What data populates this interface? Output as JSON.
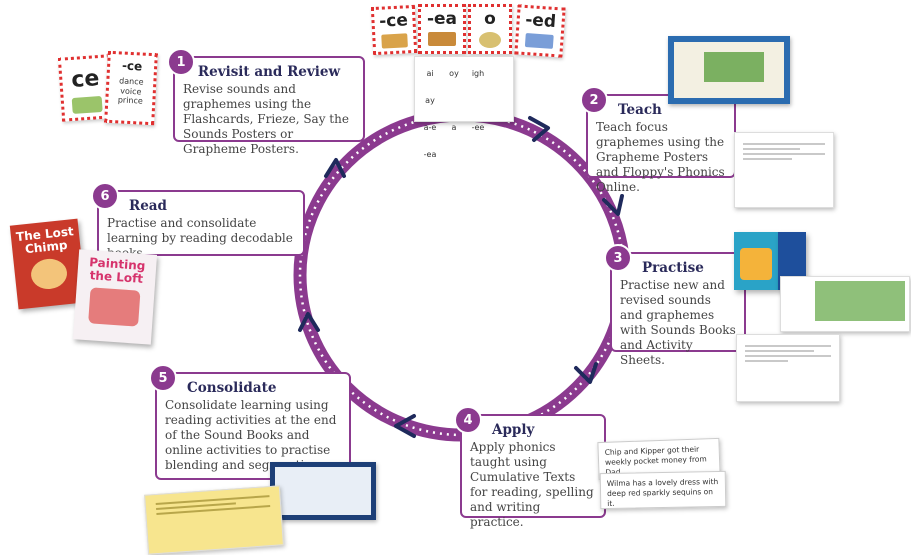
{
  "steps": [
    {
      "number": "1",
      "title": "Revisit and Review",
      "description": "Revise sounds and graphemes using the Flashcards, Frieze, Say the Sounds Posters or Grapheme Posters."
    },
    {
      "number": "2",
      "title": "Teach",
      "description": "Teach focus graphemes using the Grapheme Posters and Floppy's Phonics Online."
    },
    {
      "number": "3",
      "title": "Practise",
      "description": "Practise new and revised sounds and graphemes with Sounds Books and Activity Sheets."
    },
    {
      "number": "4",
      "title": "Apply",
      "description": "Apply phonics taught using Cumulative Texts for reading, spelling and writing practice."
    },
    {
      "number": "5",
      "title": "Consolidate",
      "description": "Consolidate learning using reading activities at the end of the Sound Books and online activities to practise blending and segmenting."
    },
    {
      "number": "6",
      "title": "Read",
      "description": "Practise and consolidate learning by reading decodable books."
    }
  ],
  "flashcards": {
    "big": "ce",
    "small_title": "-ce",
    "words": [
      "dance",
      "voice",
      "prince"
    ]
  },
  "frieze": [
    "-ce",
    "-ea",
    "o",
    "-ed"
  ],
  "grapheme_grid": [
    "ai",
    "oy",
    "igh",
    "ay",
    "a-e",
    "a",
    "-ee",
    "-ea"
  ],
  "books": [
    {
      "title_line1": "The Lost",
      "title_line2": "Chimp"
    },
    {
      "title_line1": "Painting",
      "title_line2": "the Loft"
    }
  ],
  "sentences": [
    "Chip and Kipper got their weekly pocket money from Dad.",
    "Wilma has a lovely dress with deep red sparkly sequins on it."
  ],
  "colors": {
    "ring": "#8b3a8f",
    "arrow": "#1f2a5c",
    "accent_red": "#e03030"
  }
}
